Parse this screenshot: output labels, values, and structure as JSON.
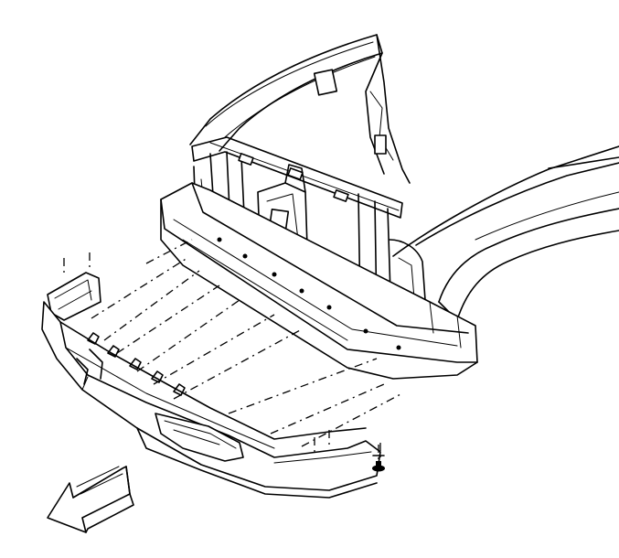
{
  "diagram": {
    "background": "#ffffff",
    "line_color": "#000000",
    "parts": [
      {
        "id": "fender",
        "icon": "fender-panel-icon"
      },
      {
        "id": "radiator-support",
        "icon": "radiator-support-icon"
      },
      {
        "id": "bumper-impact-bar",
        "icon": "impact-bar-icon"
      },
      {
        "id": "bumper-fascia",
        "icon": "fascia-icon"
      },
      {
        "id": "push-pin-retainer",
        "icon": "push-pin-icon"
      },
      {
        "id": "side-bracket",
        "icon": "bracket-icon"
      }
    ],
    "direction_arrow": {
      "icon": "vehicle-front-arrow-icon",
      "points": "front-left"
    }
  }
}
